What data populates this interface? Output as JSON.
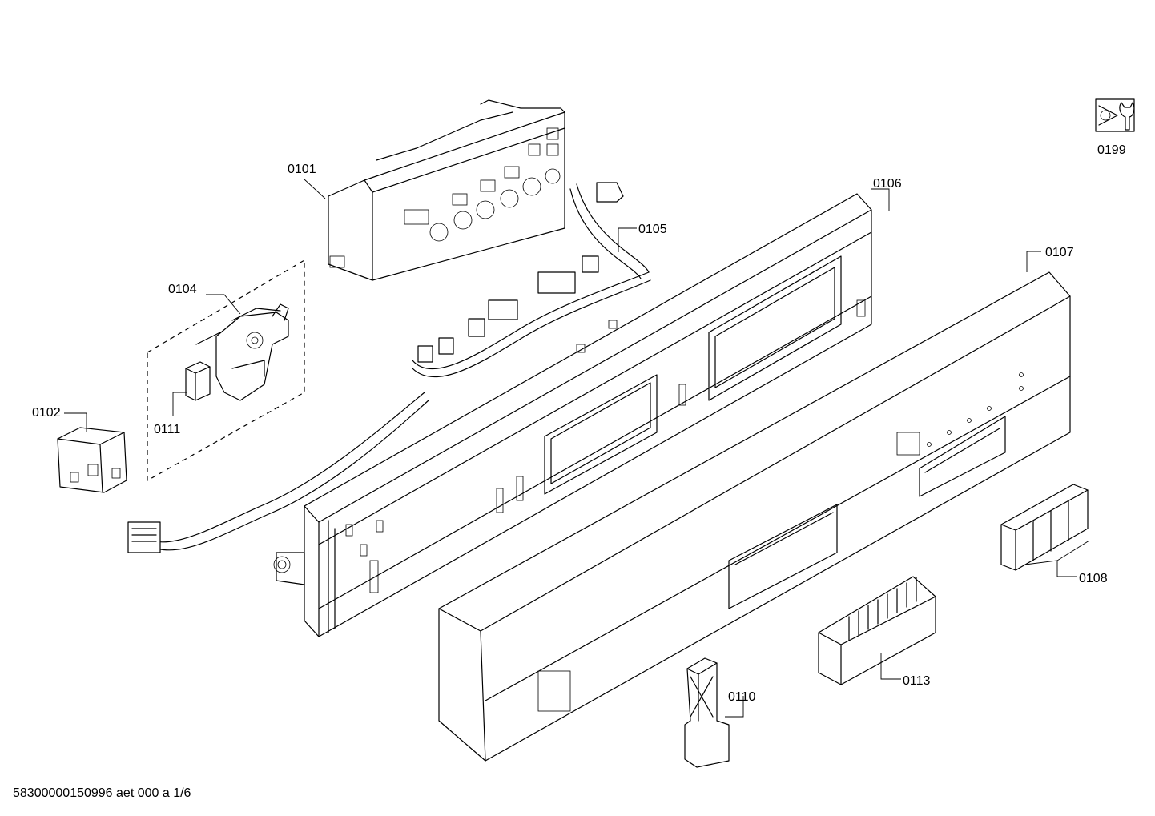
{
  "parts": [
    {
      "id": "p0101",
      "label": "0101"
    },
    {
      "id": "p0102",
      "label": "0102"
    },
    {
      "id": "p0104",
      "label": "0104"
    },
    {
      "id": "p0105",
      "label": "0105"
    },
    {
      "id": "p0106",
      "label": "0106"
    },
    {
      "id": "p0107",
      "label": "0107"
    },
    {
      "id": "p0108",
      "label": "0108"
    },
    {
      "id": "p0110",
      "label": "0110"
    },
    {
      "id": "p0111",
      "label": "0111"
    },
    {
      "id": "p0113",
      "label": "0113"
    },
    {
      "id": "p0199",
      "label": "0199"
    }
  ],
  "footer": {
    "text": "58300000150996 aet 000 a 1/6"
  }
}
